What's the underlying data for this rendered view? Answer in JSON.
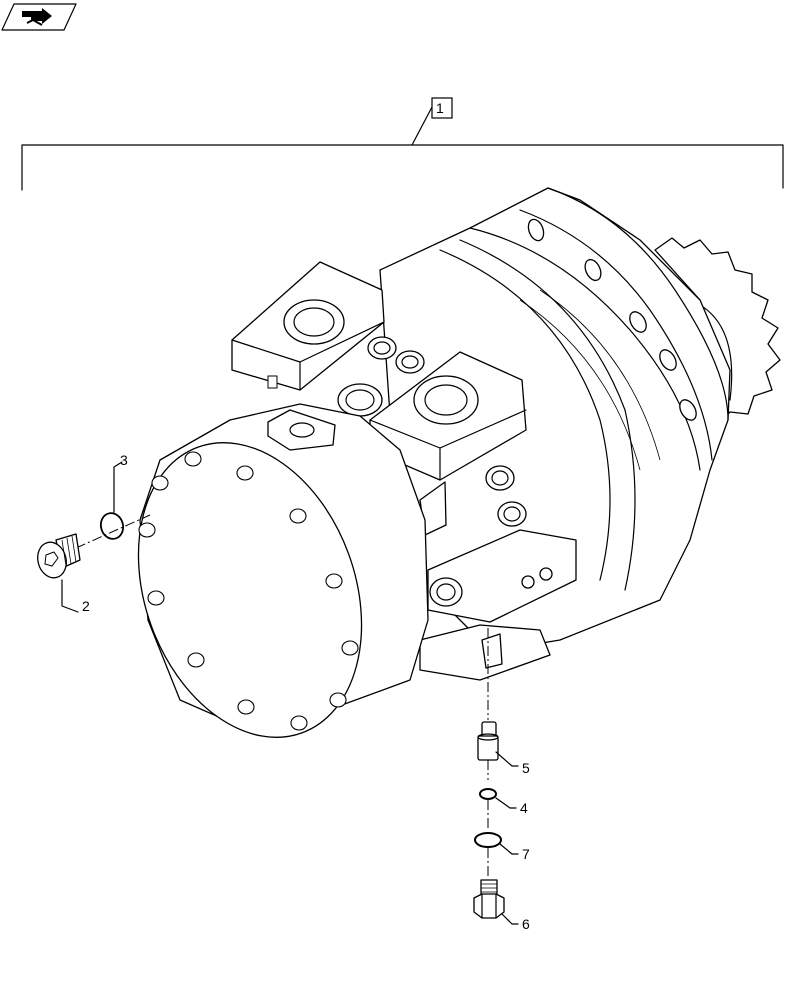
{
  "callouts": {
    "assembly": "1",
    "plug_small": "2",
    "oring_small": "3",
    "washer": "4",
    "fitting": "5",
    "plug_large": "6",
    "oring_large": "7"
  },
  "icons": {
    "nav": "back-arrow-tab-icon"
  }
}
